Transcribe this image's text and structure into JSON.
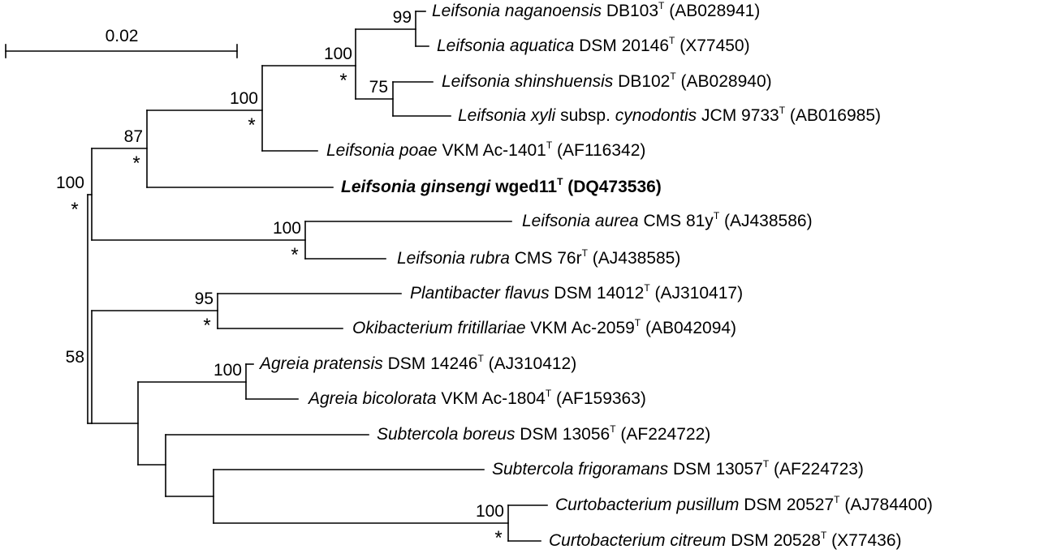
{
  "scale_bar": {
    "label": "0.02"
  },
  "taxa": [
    {
      "id": "t1",
      "genus_species": "Leifsonia naganoensis",
      "rest": " DB103",
      "sup": "T",
      "acc": " (AB028941)",
      "bold": false
    },
    {
      "id": "t2",
      "genus_species": "Leifsonia aquatica",
      "rest": " DSM 20146",
      "sup": "T",
      "acc": " (X77450)",
      "bold": false
    },
    {
      "id": "t3",
      "genus_species": "Leifsonia shinshuensis",
      "rest": " DB102",
      "sup": "T",
      "acc": " (AB028940)",
      "bold": false
    },
    {
      "id": "t4",
      "genus_species": "Leifsonia xyli",
      "rest": " subsp. ",
      "rest_italic": "cynodontis",
      "rest2": " JCM 9733",
      "sup": "T",
      "acc": " (AB016985)",
      "bold": false
    },
    {
      "id": "t5",
      "genus_species": "Leifsonia poae",
      "rest": " VKM Ac-1401",
      "sup": "T",
      "acc": " (AF116342)",
      "bold": false
    },
    {
      "id": "t6",
      "genus_species": "Leifsonia ginsengi",
      "rest": " wged11",
      "sup": "T",
      "acc": " (DQ473536)",
      "bold": true
    },
    {
      "id": "t7",
      "genus_species": "Leifsonia aurea",
      "rest": " CMS 81y",
      "sup": "T",
      "acc": " (AJ438586)",
      "bold": false
    },
    {
      "id": "t8",
      "genus_species": "Leifsonia rubra",
      "rest": " CMS 76r",
      "sup": "T",
      "acc": " (AJ438585)",
      "bold": false
    },
    {
      "id": "t9",
      "genus_species": "Plantibacter flavus",
      "rest": " DSM 14012",
      "sup": "T",
      "acc": " (AJ310417)",
      "bold": false
    },
    {
      "id": "t10",
      "genus_species": "Okibacterium fritillariae",
      "rest": " VKM Ac-2059",
      "sup": "T",
      "acc": " (AB042094)",
      "bold": false
    },
    {
      "id": "t11",
      "genus_species": "Agreia pratensis",
      "rest": " DSM 14246",
      "sup": "T",
      "acc": " (AJ310412)",
      "bold": false
    },
    {
      "id": "t12",
      "genus_species": "Agreia bicolorata",
      "rest": " VKM Ac-1804",
      "sup": "T",
      "acc": " (AF159363)",
      "bold": false
    },
    {
      "id": "t13",
      "genus_species": "Subtercola boreus",
      "rest": " DSM 13056",
      "sup": "T",
      "acc": " (AF224722)",
      "bold": false
    },
    {
      "id": "t14",
      "genus_species": "Subtercola frigoramans",
      "rest": " DSM 13057",
      "sup": "T",
      "acc": " (AF224723)",
      "bold": false
    },
    {
      "id": "t15",
      "genus_species": "Curtobacterium pusillum",
      "rest": " DSM 20527",
      "sup": "T",
      "acc": " (AJ784400)",
      "bold": false
    },
    {
      "id": "t16",
      "genus_species": "Curtobacterium citreum",
      "rest": " DSM 20528",
      "sup": "T",
      "acc": " (X77436)",
      "bold": false
    }
  ],
  "bootstrap": {
    "naganoensis_aquatica": "99",
    "leifsonia_core": "100",
    "shinshuensis_xyli": "75",
    "poae_core": "100",
    "ginsengi_group": "87",
    "aurea_rubra": "100",
    "leifsonia_all": "100",
    "plantibacter_okibacterium": "95",
    "agreia": "100",
    "curtobacterium": "100",
    "root": "58"
  },
  "asterisk": "*"
}
